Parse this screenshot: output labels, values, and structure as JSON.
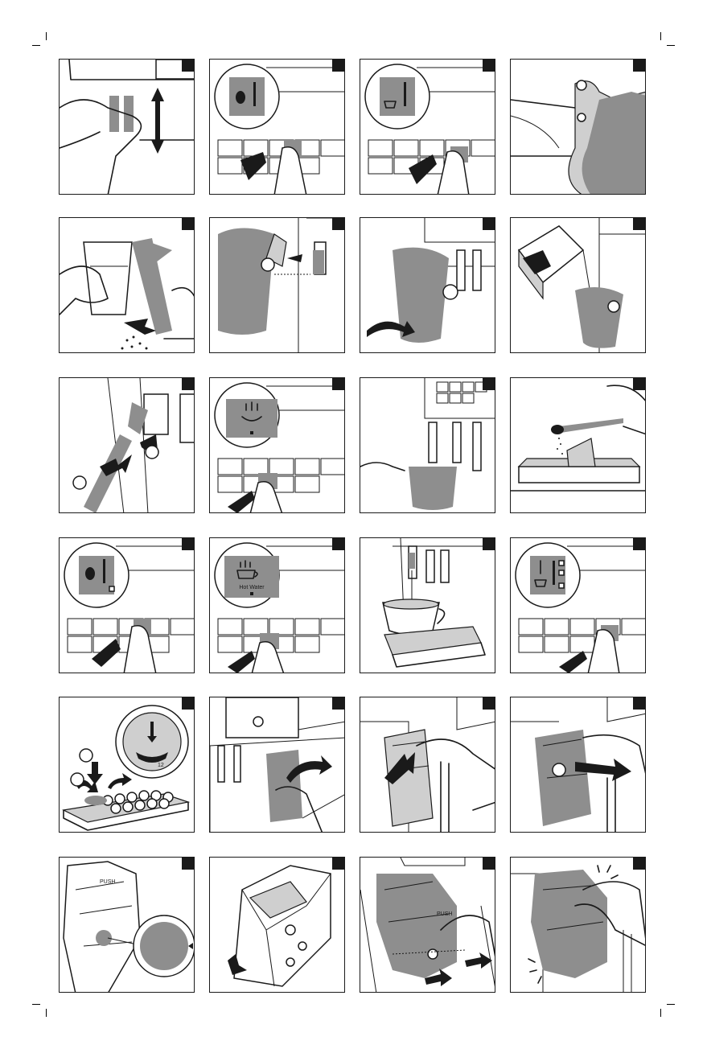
{
  "page": {
    "crop_marks": 8
  },
  "panels": [
    {
      "id": "p1",
      "icon": "milk-spout-adjust"
    },
    {
      "id": "p2",
      "icon": "strength-button-press"
    },
    {
      "id": "p3",
      "icon": "quantity-button-press"
    },
    {
      "id": "p4",
      "icon": "milk-carafe-tube"
    },
    {
      "id": "p5",
      "icon": "milk-carafe-rinse"
    },
    {
      "id": "p6",
      "icon": "carafe-attach"
    },
    {
      "id": "p7",
      "icon": "carafe-rotate"
    },
    {
      "id": "p8",
      "icon": "pour-milk"
    },
    {
      "id": "p9",
      "icon": "milk-tube-connect"
    },
    {
      "id": "p10",
      "icon": "steam-button-press"
    },
    {
      "id": "p11",
      "icon": "milk-jug-steam"
    },
    {
      "id": "p12",
      "icon": "ground-coffee-scoop"
    },
    {
      "id": "p13",
      "icon": "ground-coffee-button-press"
    },
    {
      "id": "p14",
      "icon": "hot-water-button-press",
      "label": "Hot Water"
    },
    {
      "id": "p15",
      "icon": "coffee-dispense"
    },
    {
      "id": "p16",
      "icon": "quantity-setting-press"
    },
    {
      "id": "p17",
      "icon": "grinder-knob-turn",
      "dial_label": "12"
    },
    {
      "id": "p18",
      "icon": "service-door-open"
    },
    {
      "id": "p19",
      "icon": "brew-group-push"
    },
    {
      "id": "p20",
      "icon": "brew-group-remove"
    },
    {
      "id": "p21",
      "icon": "brew-group-push-label",
      "label": "PUSH"
    },
    {
      "id": "p22",
      "icon": "brew-group-lever"
    },
    {
      "id": "p23",
      "icon": "brew-group-insert",
      "label": "PUSH"
    },
    {
      "id": "p24",
      "icon": "brew-group-click"
    }
  ]
}
